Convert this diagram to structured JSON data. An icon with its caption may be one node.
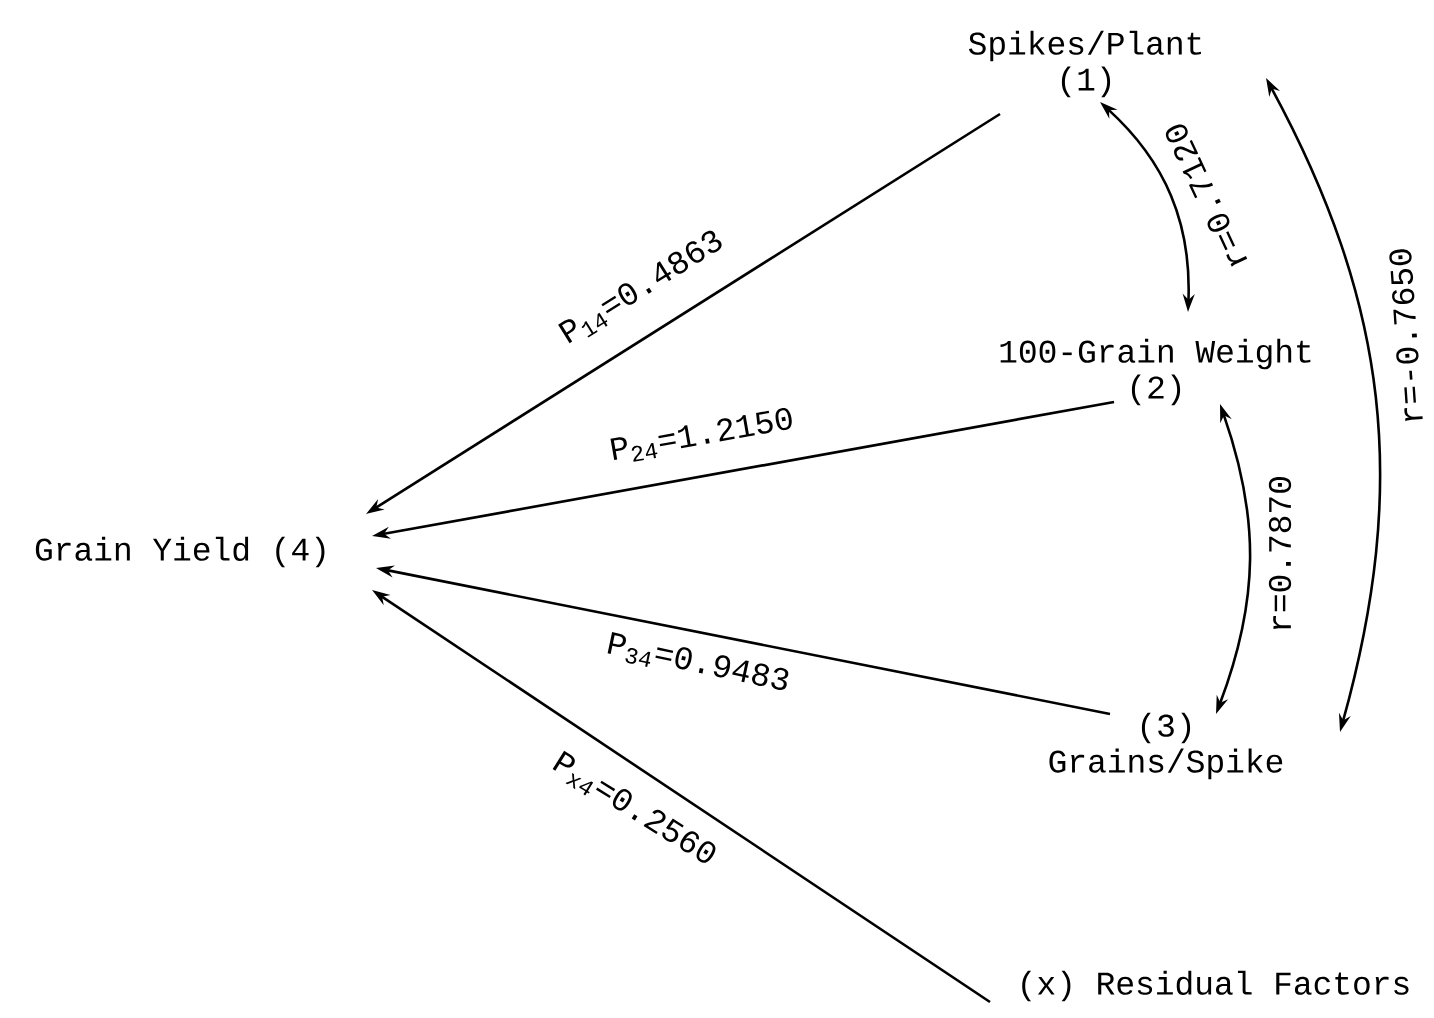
{
  "diagram": {
    "nodes": [
      {
        "text": [
          "Spikes/Plant",
          "(1)"
        ]
      },
      {
        "text": [
          "100-Grain Weight",
          "(2)"
        ]
      },
      {
        "text": [
          "(3)",
          "Grains/Spike"
        ]
      },
      {
        "text": [
          "Grain Yield (4)"
        ]
      },
      {
        "text": [
          "(x) Residual Factors"
        ]
      }
    ],
    "edges": [
      {
        "from": 0,
        "to": 3,
        "arrow": "to",
        "label": "P$_{14}$=0.4863"
      },
      {
        "from": 1,
        "to": 3,
        "arrow": "to",
        "label": "P$_{24}$=1.2150"
      },
      {
        "from": 2,
        "to": 3,
        "arrow": "to",
        "label": "P$_{34}$=0.9483"
      },
      {
        "from": 4,
        "to": 3,
        "arrow": "to",
        "label": "P$_{x4}$=0.2560"
      },
      {
        "from": 0,
        "to": 1,
        "arrow": "both",
        "label": "r=0.7120"
      },
      {
        "from": 1,
        "to": 2,
        "arrow": "both",
        "label": "r=0.7870"
      },
      {
        "from": 0,
        "to": 2,
        "arrow": "both",
        "label": "r=-0.7650"
      }
    ]
  }
}
